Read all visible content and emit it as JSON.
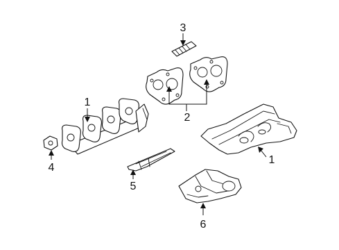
{
  "diagram": {
    "callouts": [
      {
        "id": "callout-1-left",
        "number": "1"
      },
      {
        "id": "callout-1-right",
        "number": "1"
      },
      {
        "id": "callout-2",
        "number": "2"
      },
      {
        "id": "callout-3",
        "number": "3"
      },
      {
        "id": "callout-4",
        "number": "4"
      },
      {
        "id": "callout-5",
        "number": "5"
      },
      {
        "id": "callout-6",
        "number": "6"
      }
    ]
  }
}
